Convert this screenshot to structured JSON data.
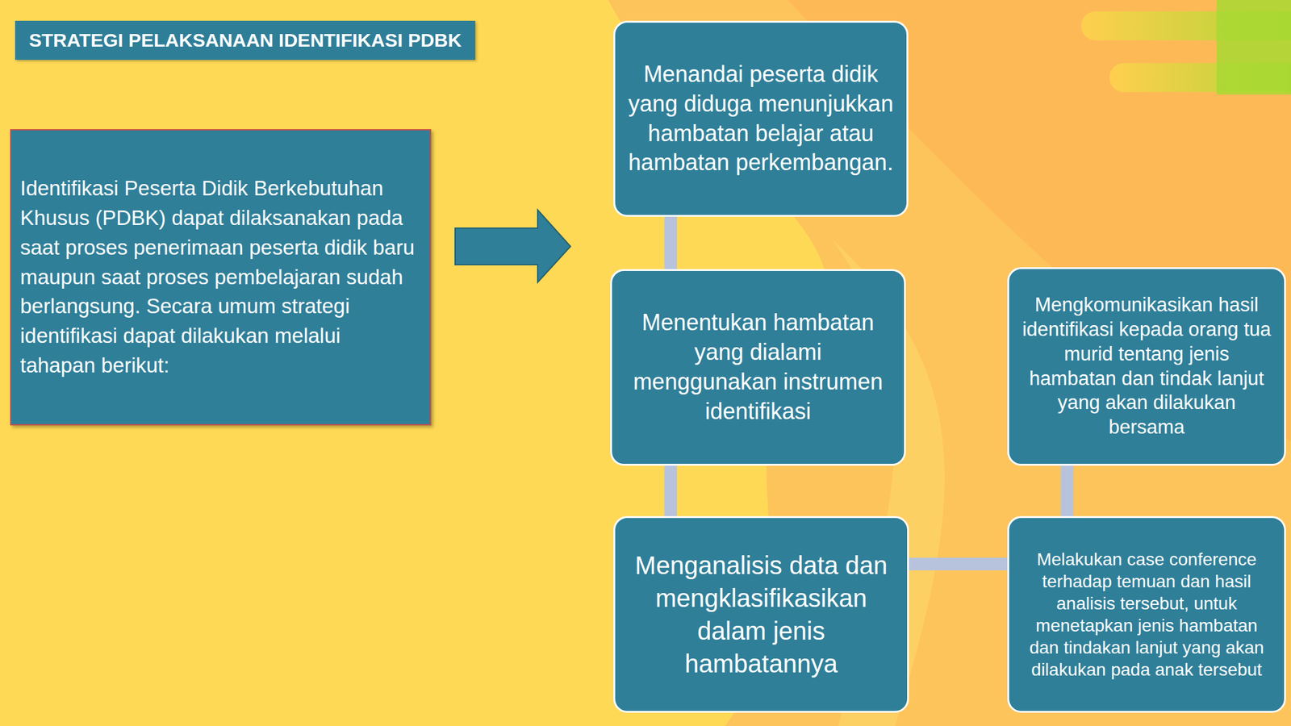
{
  "diagram": {
    "title": "STRATEGI PELAKSANAAN IDENTIFIKASI PDBK",
    "nodes": [
      {
        "text": [
          "Identifikasi Peserta Didik Berkebutuhan Khusus (PDBK) dapat dilaksanakan pada saat proses penerimaan peserta didik baru maupun saat proses pembelajaran sudah berlangsung. Secara umum strategi identifikasi dapat dilakukan melalui tahapan berikut:"
        ]
      },
      {
        "text": [
          "Menandai peserta didik yang diduga menunjukkan hambatan belajar atau hambatan perkembangan."
        ]
      },
      {
        "text": [
          "Menentukan hambatan yang dialami menggunakan instrumen identifikasi"
        ]
      },
      {
        "text": [
          "Menganalisis data dan mengklasifikasikan dalam jenis hambatannya"
        ]
      },
      {
        "text": [
          "Melakukan case conference terhadap temuan dan hasil analisis tersebut, untuk menetapkan jenis hambatan dan tindakan lanjut yang akan dilakukan pada anak tersebut"
        ]
      },
      {
        "text": [
          "Mengkomunikasikan hasil identifikasi kepada orang tua murid tentang jenis hambatan dan tindak lanjut yang akan dilakukan bersama"
        ]
      }
    ],
    "edges": [
      {
        "from": 1,
        "to": 2,
        "arrow": "none"
      },
      {
        "from": 2,
        "to": 3,
        "arrow": "none"
      },
      {
        "from": 3,
        "to": 4,
        "arrow": "none"
      },
      {
        "from": 4,
        "to": 5,
        "arrow": "none"
      }
    ]
  }
}
